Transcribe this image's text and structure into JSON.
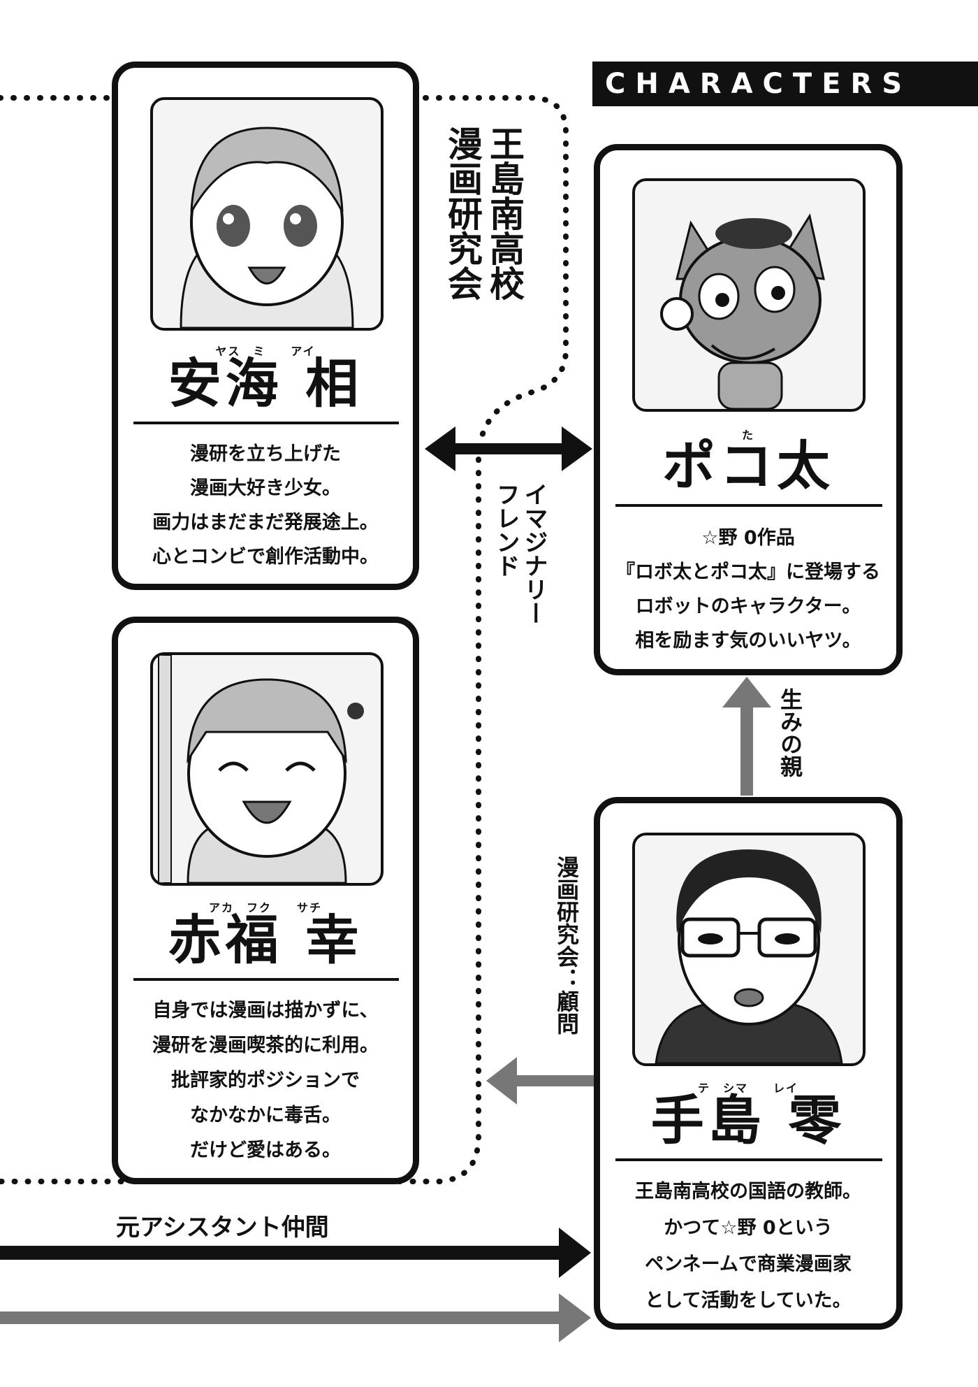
{
  "header": {
    "title": "CHARACTERS"
  },
  "cards": {
    "yasumi": {
      "ruby": "ヤス　ミ　　アイ",
      "name": "安海 相",
      "lines": [
        "漫研を立ち上げた",
        "漫画大好き少女。",
        "画力はまだまだ発展途上。",
        "心とコンビで創作活動中。"
      ]
    },
    "pokota": {
      "ruby": "た",
      "name": "ポコ太",
      "lines": [
        "☆野 0作品",
        "『ロボ太とポコ太』に登場する",
        "ロボットのキャラクター。",
        "相を励ます気のいいヤツ。"
      ]
    },
    "akafuku": {
      "ruby": "アカ　フク　　サチ",
      "name": "赤福 幸",
      "lines": [
        "自身では漫画は描かずに、",
        "漫研を漫画喫茶的に利用。",
        "批評家的ポジションで",
        "なかなかに毒舌。",
        "だけど愛はある。"
      ]
    },
    "teshima": {
      "ruby": "テ　シマ　　レイ",
      "name": "手島 零",
      "lines": [
        "王島南高校の国語の教師。",
        "かつて☆野 0という",
        "ペンネームで商業漫画家",
        "として活動をしていた。"
      ]
    }
  },
  "labels": {
    "club_line1": "王島南高校",
    "club_line2": "漫画研究会",
    "imaginary_line1": "イマジナリー",
    "imaginary_line2": "フレンド",
    "creator": "生みの親",
    "advisor": "漫画研究会：顧問",
    "former_assistant": "元アシスタント仲間"
  },
  "icons": {
    "portrait_yasumi": "girl-portrait",
    "portrait_pokota": "fox-robot-portrait",
    "portrait_akafuku": "smiling-girl-portrait",
    "portrait_teshima": "teacher-portrait"
  }
}
